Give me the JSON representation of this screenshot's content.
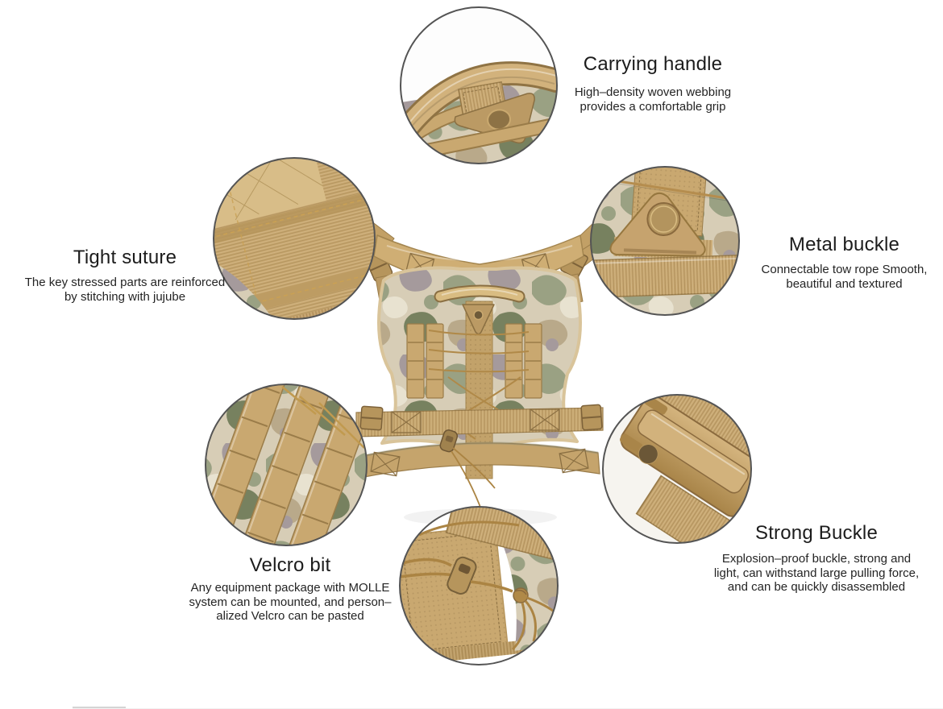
{
  "callouts": [
    {
      "id": "carrying-handle",
      "title": "Carrying handle",
      "desc_lines": [
        "High–density woven webbing",
        "provides a comfortable grip"
      ]
    },
    {
      "id": "tight-suture",
      "title": "Tight suture",
      "desc_lines": [
        "The key stressed parts are reinforced",
        "by stitching with jujube"
      ]
    },
    {
      "id": "metal-buckle",
      "title": "Metal buckle",
      "desc_lines": [
        "Connectable tow rope Smooth,",
        "beautiful and textured"
      ]
    },
    {
      "id": "velcro-bit",
      "title": "Velcro bit",
      "desc_lines": [
        "Any equipment package with MOLLE",
        "system can be mounted, and person–",
        "alized Velcro can be pasted"
      ]
    },
    {
      "id": "strong-buckle",
      "title": "Strong Buckle",
      "desc_lines": [
        "Explosion–proof buckle, strong and",
        "light, can withstand large pulling force,",
        "and can be quickly disassembled"
      ]
    }
  ],
  "figures": {
    "center": {
      "name": "tactical-vest-photo"
    },
    "circles": [
      {
        "name": "carrying-handle-closeup"
      },
      {
        "name": "tight-suture-closeup"
      },
      {
        "name": "metal-buckle-closeup"
      },
      {
        "name": "velcro-molle-closeup"
      },
      {
        "name": "cord-lock-closeup"
      },
      {
        "name": "strong-buckle-closeup"
      }
    ]
  },
  "colors": {
    "background": "#ffffff",
    "text": "#1e1e1e",
    "webbing_tan": "#c9a870",
    "webbing_dark": "#9a7c49",
    "camo_base": "#d7cdb6",
    "camo_sage": "#9aa183",
    "camo_olive": "#77815f",
    "camo_mauve": "#a59a9c",
    "circle_border": "#545454"
  }
}
